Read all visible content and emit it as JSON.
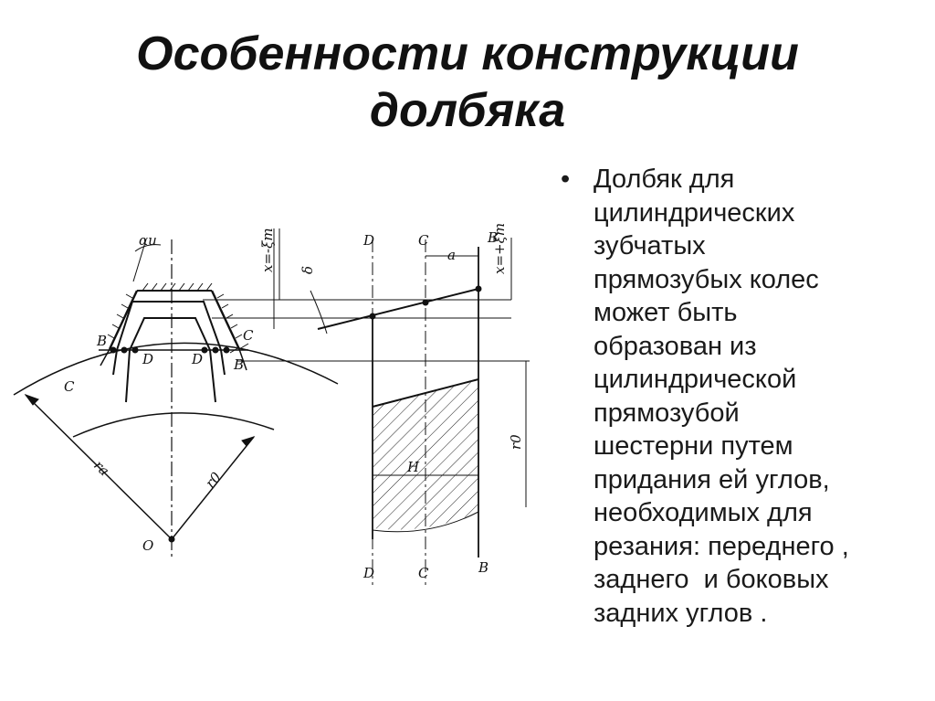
{
  "title": {
    "line1": "Особенности конструкции",
    "line2": "долбяка"
  },
  "bullet": {
    "marker": "•",
    "lines": [
      "Долбяк для",
      "цилиндрических",
      "зубчатых",
      "прямозубых колес",
      "может быть",
      "образован из",
      "цилиндрической",
      "прямозубой",
      "шестерни путем",
      "придания ей углов,",
      "необходимых для",
      "резания: переднего ,",
      "заднего  и боковых",
      "задних углов ."
    ]
  },
  "diagram": {
    "labels": {
      "alpha_u": "αu",
      "x_minus": "x=-ξm",
      "x_plus": "x=+ξm",
      "delta": "δ",
      "B": "B",
      "C": "C",
      "D": "D",
      "a": "a",
      "H": "H",
      "ra": "ra",
      "r0": "r0",
      "O": "O"
    }
  }
}
